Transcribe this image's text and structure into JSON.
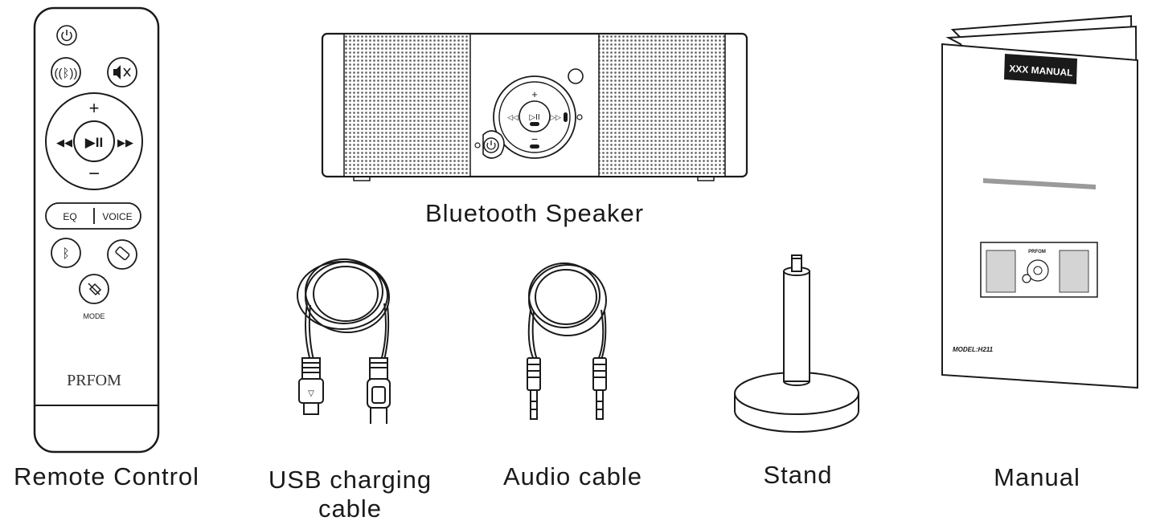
{
  "items": {
    "remote": {
      "caption": "Remote Control",
      "eq_label": "EQ",
      "voice_label": "VOICE",
      "mode_label": "MODE",
      "brand": "PRFOM"
    },
    "speaker": {
      "caption": "Bluetooth Speaker"
    },
    "usb_cable": {
      "caption_line1": "USB charging",
      "caption_line2": "cable"
    },
    "audio_cable": {
      "caption": "Audio cable"
    },
    "stand": {
      "caption": "Stand"
    },
    "manual": {
      "caption": "Manual",
      "cover_title": "XXX MANUAL",
      "brand": "PRFOM",
      "model": "MODEL:H211"
    }
  },
  "colors": {
    "line": "#1a1a1a",
    "grille": "#9a9a9a",
    "background": "#ffffff"
  }
}
